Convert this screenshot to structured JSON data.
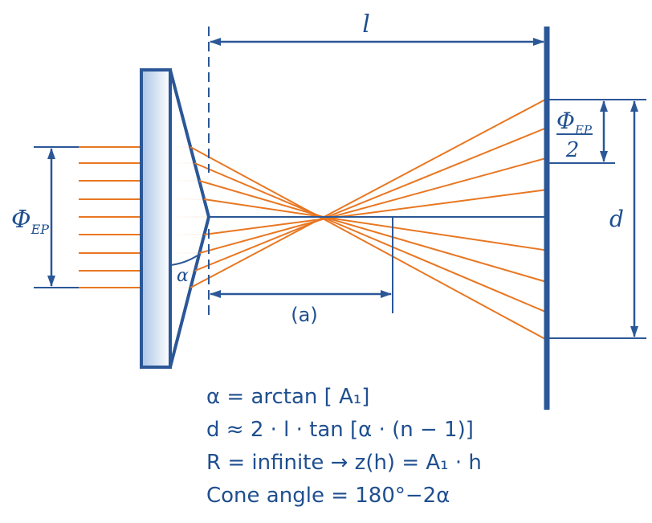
{
  "colors": {
    "outline": "#2b5797",
    "text": "#1f4f8f",
    "ray": "#e87722",
    "glass_light": "#ffffff",
    "glass_dark": "#a9c4e6"
  },
  "labels": {
    "length": "l",
    "phi_main": "Φ",
    "phi_sub": "EP",
    "half_phi": "Φ",
    "half_sub": "EP",
    "half_den": "2",
    "d": "d",
    "alpha": "α",
    "a": "(a)"
  },
  "formulas": [
    "α = arctan [ A₁]",
    "d ≈ 2  · l · tan [α · (n − 1)]",
    "R = infinite → z(h) =  A₁ · h",
    "Cone angle = 180°−2α"
  ]
}
